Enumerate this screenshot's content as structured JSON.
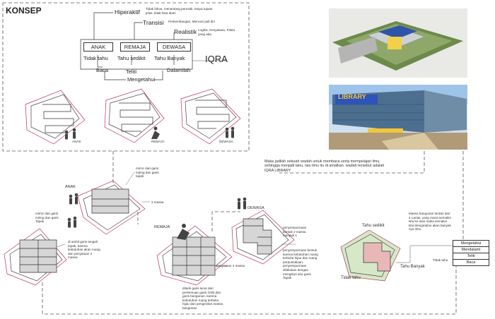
{
  "title": "KONSEP",
  "concept": {
    "hiperaktif": "Hiperaktif",
    "hiperaktif_desc": "Tidak fokus, menantang,perusak, tanpa tujuan jelas, tidak bisa diam",
    "transisi": "Transisi",
    "transisi_desc": "Perkembangan, Mencari jadi diri",
    "realistik": "Realistik",
    "realistik_desc": "Logika, Kenyataan, Fakta yang ada",
    "stages": [
      "ANAK",
      "REMAJA",
      "DEWASA"
    ],
    "tidak_tahu": "Tidak tahu",
    "tahu_sedikit": "Tahu sedikit",
    "tahu_banyak": "Tahu Banyak",
    "baca": "Baca",
    "teliti": "Teliti",
    "dalamilah": "Dalamilah",
    "mengetahui": "Mengetahui",
    "iqra": "IQRA"
  },
  "figure_labels": {
    "anak": "ANAK",
    "remaja": "REMAJA",
    "dewasa": "DEWASA"
  },
  "statement": "Maka jadilah sebuah wadah untuk membaca serta mempelajari ilmu, sehingga menjadi tahu, lalu ilmu itu di amalkan. wadah tersebut adalah IQRA LIBRARY",
  "library_sign": "LIBRARY",
  "process": {
    "anak_label": "ANAK",
    "remaja_label": "REMAJA",
    "dewasa_label": "DEWASA",
    "mirror_top": "mirror dari garis miring dan garis tapak",
    "dua_massa": "2 massa",
    "mirror_left": "mirror dari garis miring dan garis Tapak",
    "diambil": "di ambil garis tengah tapak, karena kebutuhan akan ruang dan penyatuan 2 massa",
    "penyatuan": "penyatuan 2 massa",
    "ditarik": "ditarik garis lurus dari perkemuan garis GSB dan garis bangunan, karena kebutuhan ruang terbuka hijau dan pengecilan massa bangunan",
    "penyempurnaan1": "penyempurnaan bentuk 2 massa menjadi 1",
    "penyempurnaan2": "penyempurnaan bentuk karena kebutuhan ruang terbuka hijau dan ruang perpustakaan, penyempurnaan dilakukan dengan mengikuti alur garis Tapak",
    "tahu_sedikit": "Tahu sedikit",
    "tidak_tahu": "Tidak tahu",
    "tahu_banyak": "Tahu Banyak",
    "massa_desc": "Massa bangunan terdari dari 4 Lantai, yang mana semakin kita ke atas maka semakin kita Mengetahui akan banyak nya ilmu.",
    "levels": [
      "Mengetahui",
      "Mendalami",
      "Teliti",
      "Baca"
    ],
    "tidak_tahu_small": "Tidak tahu"
  }
}
